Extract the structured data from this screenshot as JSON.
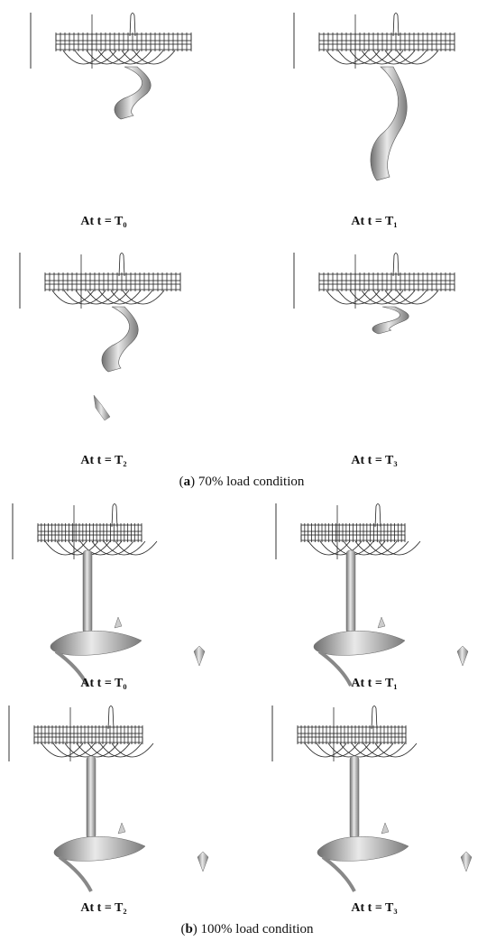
{
  "figure": {
    "part_a": {
      "labels": [
        "At t = T₀",
        "At t = T₁",
        "At t = T₂",
        "At t = T₃"
      ],
      "caption_letter": "a",
      "caption_text": "70% load condition"
    },
    "part_b": {
      "labels": [
        "At t = T₀",
        "At t = T₁",
        "At t = T₂",
        "At t = T₃"
      ],
      "caption_letter": "b",
      "caption_text": "100% load condition"
    }
  }
}
